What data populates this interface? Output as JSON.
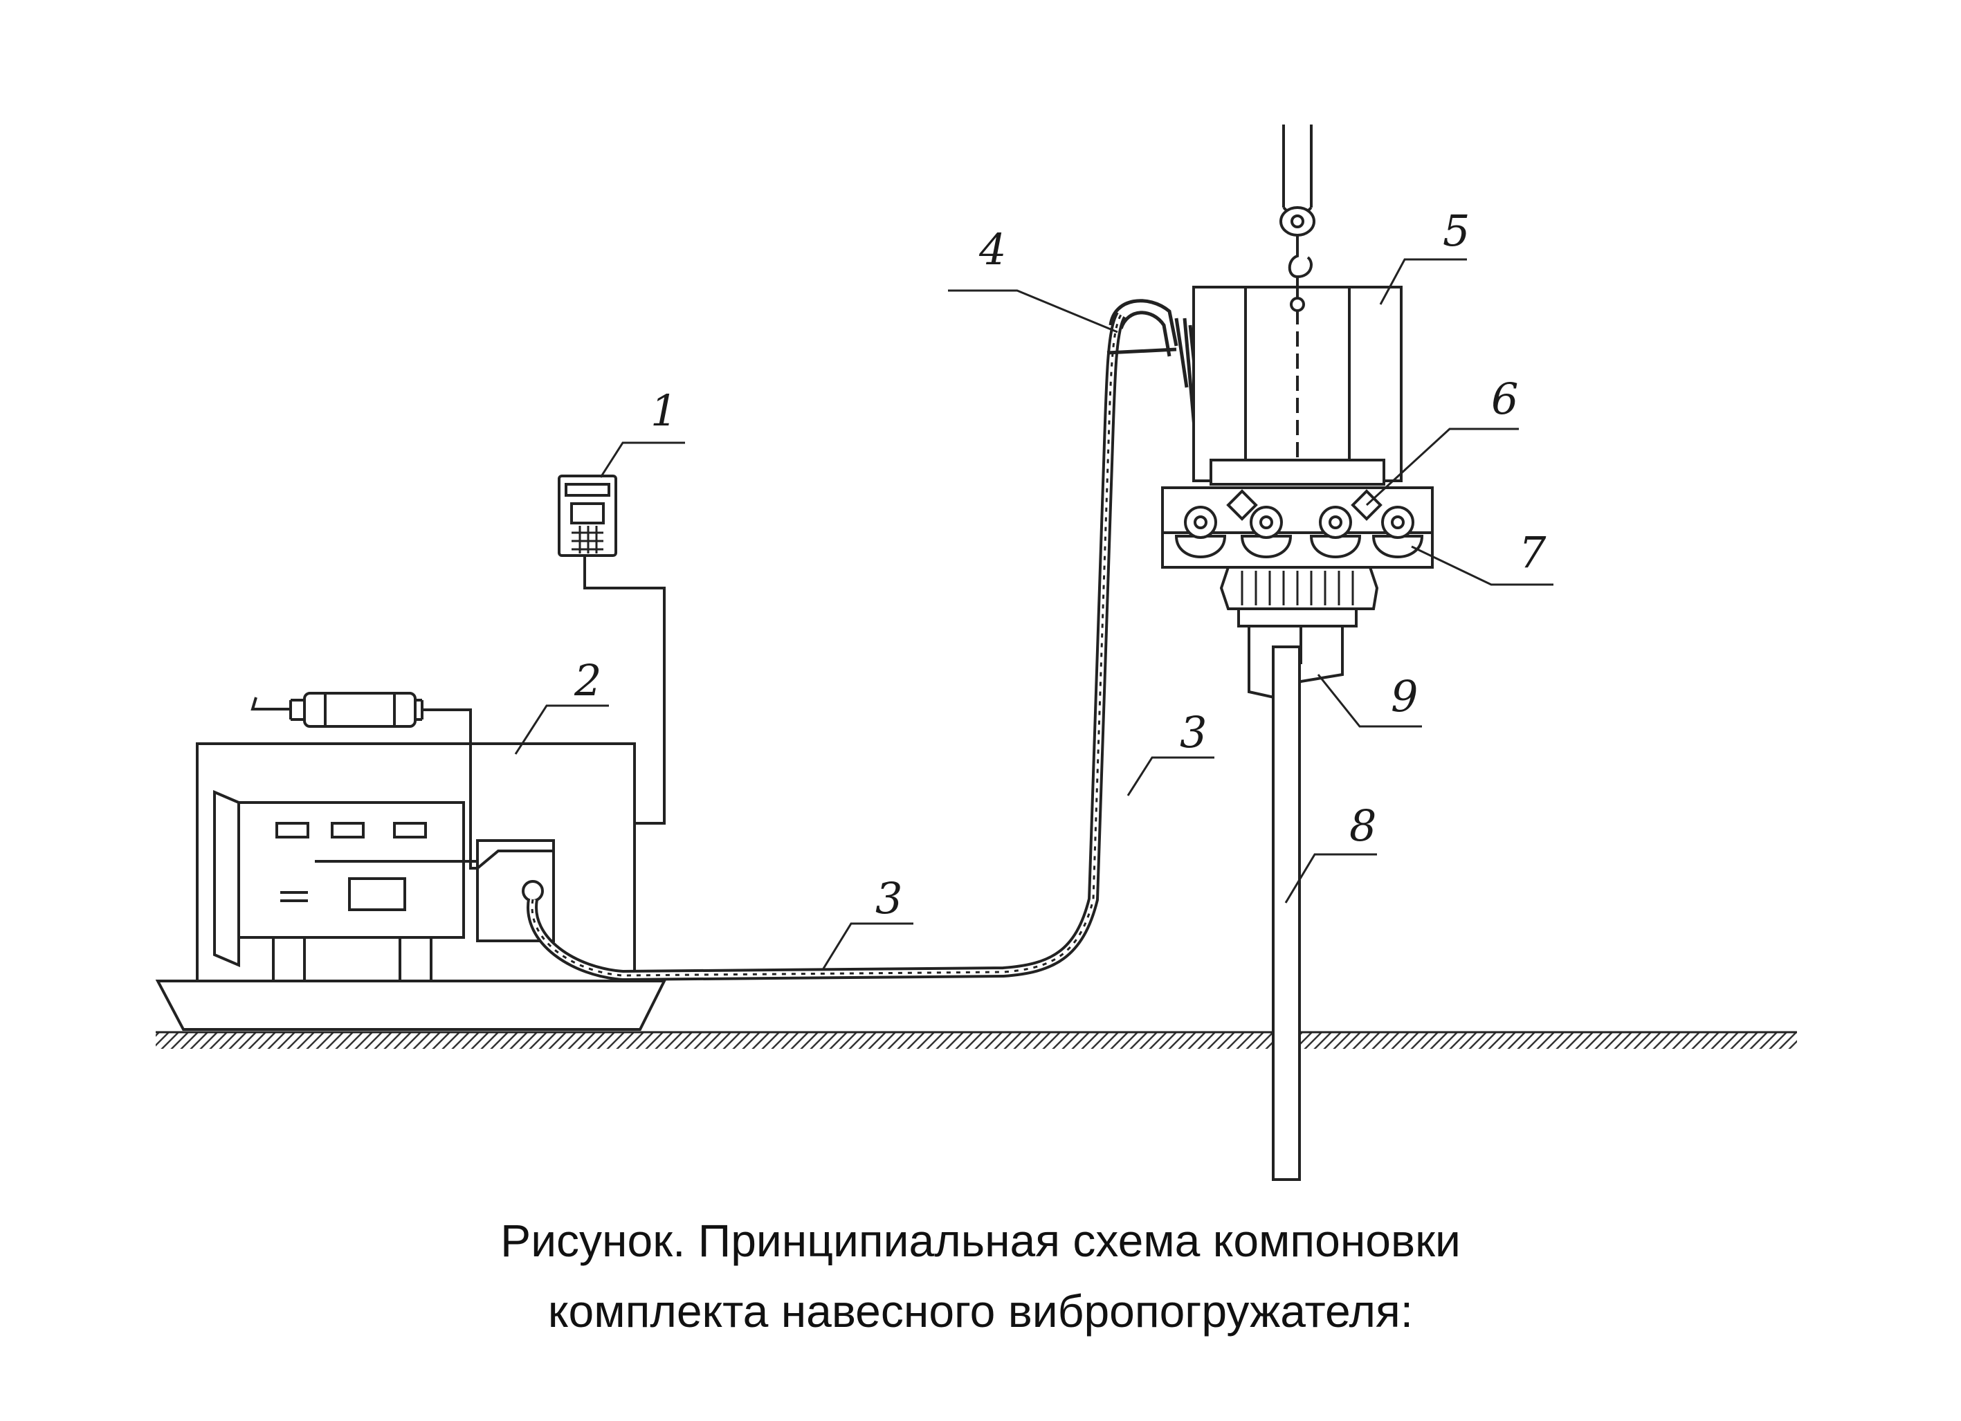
{
  "figure": {
    "labels": {
      "control_panel": "1",
      "generator": "2",
      "hose_lower": "3",
      "hose_upper": "3",
      "hose_holder": "4",
      "hanger": "5",
      "damper": "6",
      "vibro_block": "7",
      "pile": "8",
      "clamp": "9"
    },
    "caption": {
      "line1": "Рисунок. Принципиальная схема компоновки",
      "line2": "комплекта навесного вибропогружателя:"
    }
  }
}
